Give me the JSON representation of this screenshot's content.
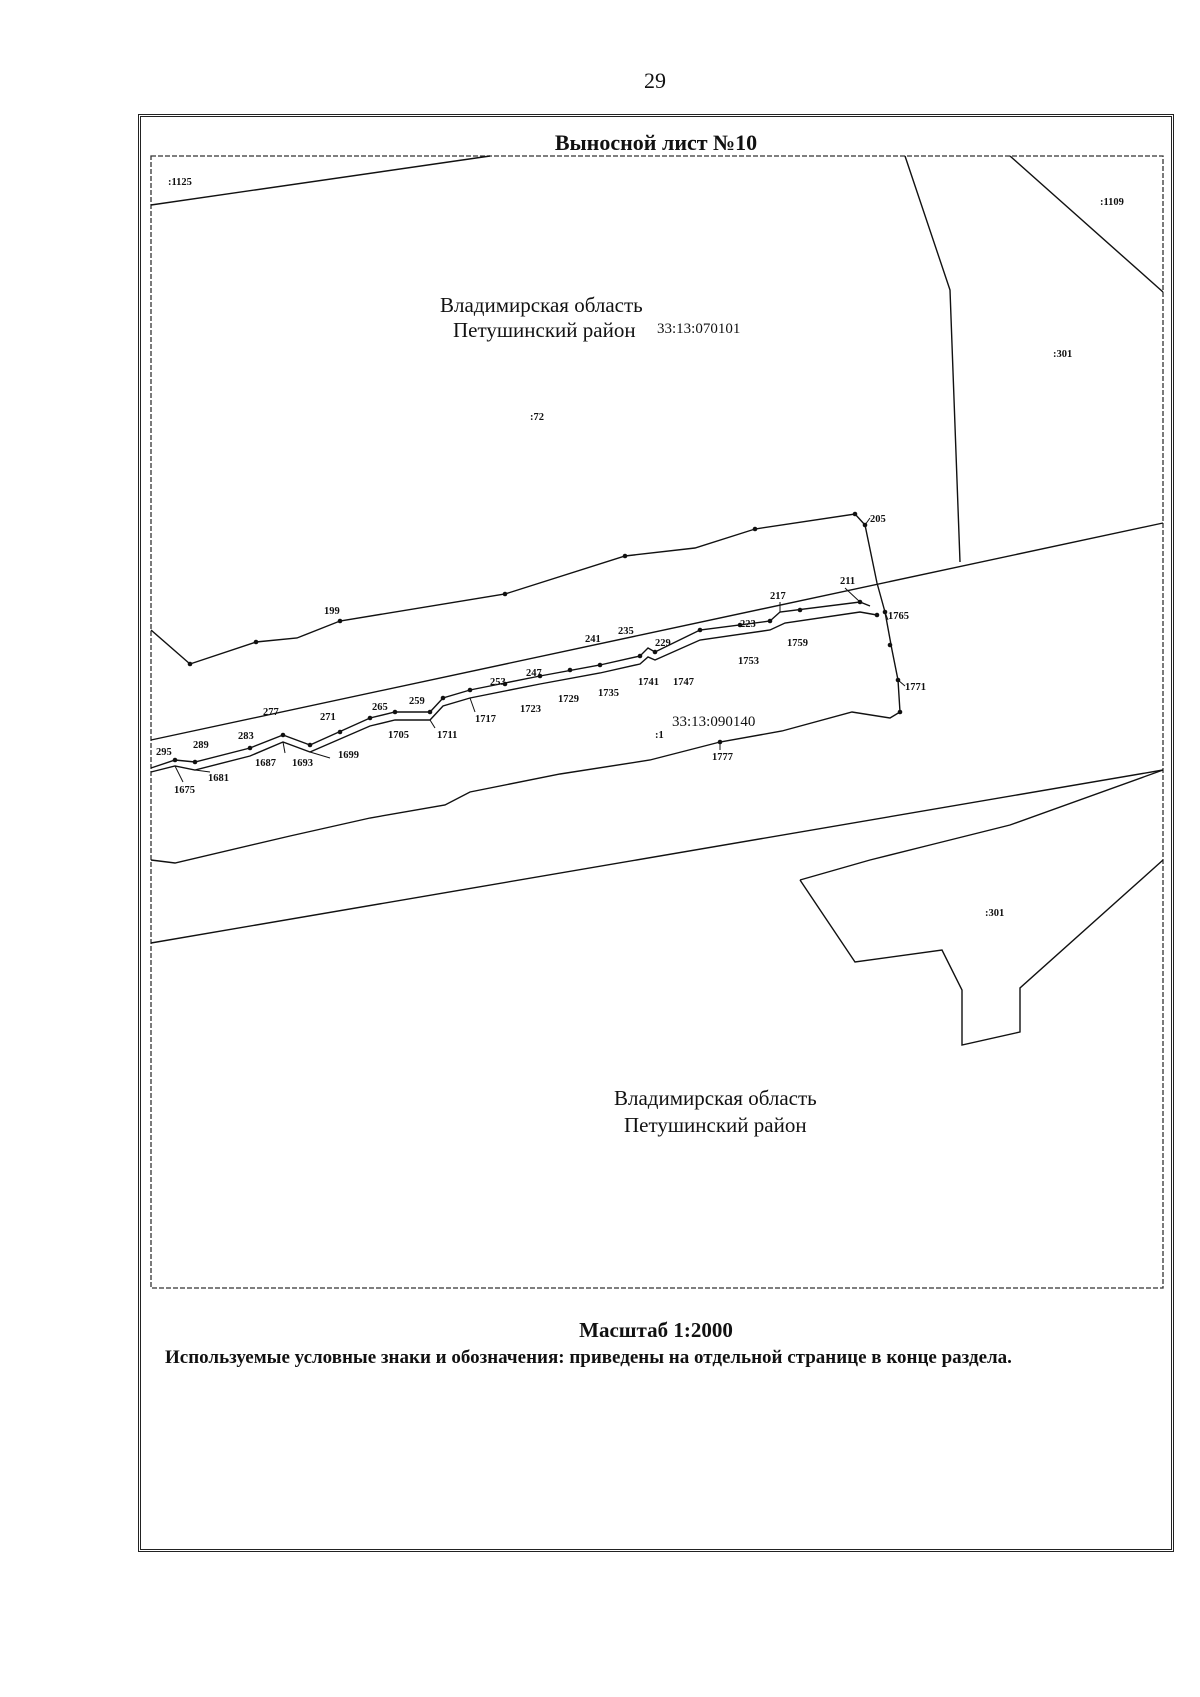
{
  "page_number": "29",
  "title": "Выносной лист №10",
  "scale": "Масштаб 1:2000",
  "legend_note": "Используемые условные знаки и обозначения: приведены на отдельной странице в конце раздела.",
  "region_top": {
    "line1": "Владимирская область",
    "line2": "Петушинский район",
    "cadastral": "33:13:070101"
  },
  "region_bottom": {
    "line1": "Владимирская область",
    "line2": "Петушинский район"
  },
  "quarter_label": "33:13:090140",
  "parcel_labels": [
    ":1125",
    ":1109",
    ":301",
    ":72",
    ":1",
    ":301"
  ],
  "point_labels": [
    "205",
    "211",
    "217",
    "223",
    "229",
    "235",
    "241",
    "247",
    "253",
    "259",
    "265",
    "271",
    "277",
    "283",
    "289",
    "295",
    "199",
    "1675",
    "1681",
    "1687",
    "1693",
    "1699",
    "1705",
    "1711",
    "1717",
    "1723",
    "1729",
    "1735",
    "1741",
    "1747",
    "1753",
    "1759",
    "1765",
    "1771",
    "1777"
  ]
}
